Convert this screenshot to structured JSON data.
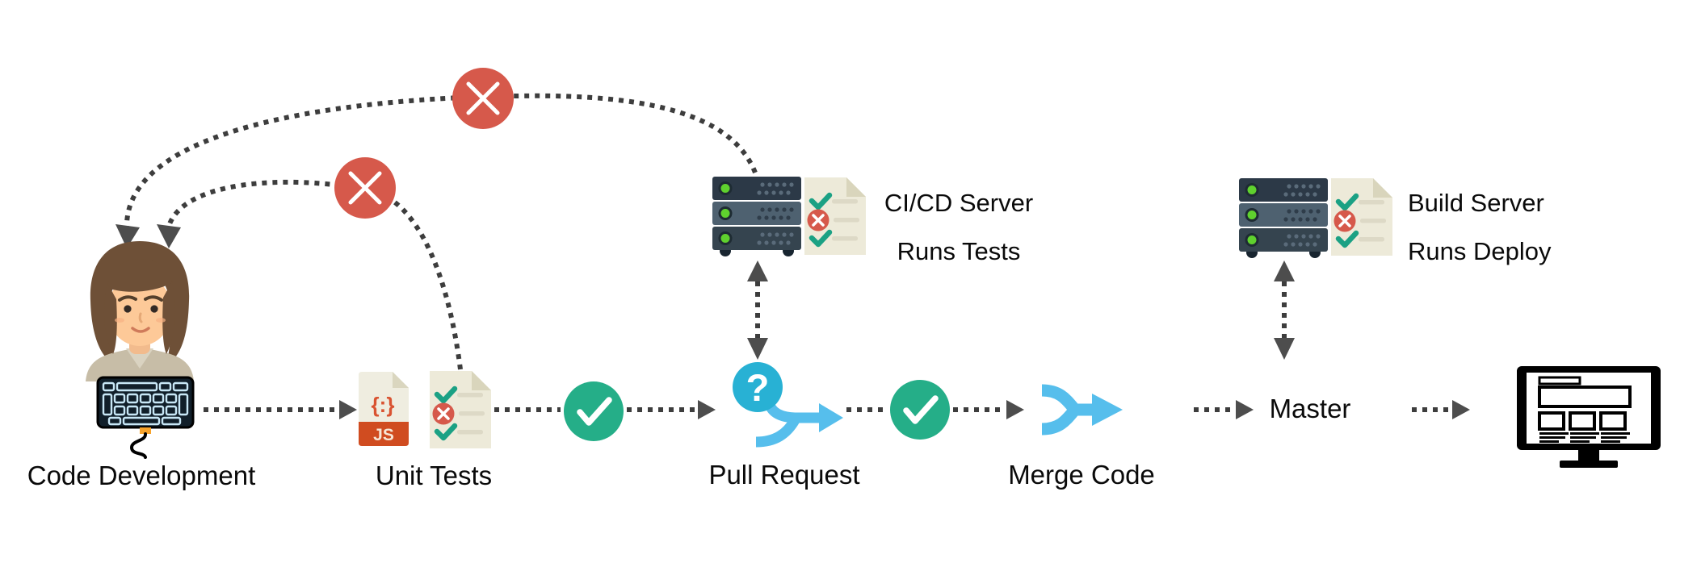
{
  "labels": {
    "code_development": "Code Development",
    "unit_tests": "Unit Tests",
    "pull_request": "Pull Request",
    "merge_code": "Merge Code",
    "master": "Master",
    "cicd_server_line1": "CI/CD Server",
    "cicd_server_line2": "Runs Tests",
    "build_server_line1": "Build Server",
    "build_server_line2": "Runs Deploy"
  },
  "icon_text": {
    "js_braces": "{:}",
    "js_ext": "JS",
    "question_mark": "?"
  },
  "icons": [
    "developer-avatar-icon",
    "keyboard-icon",
    "js-file-icon",
    "checklist-document-icon",
    "success-check-icon",
    "fail-x-icon",
    "question-icon",
    "branch-merge-icon",
    "server-rack-icon",
    "monitor-icon"
  ],
  "colors": {
    "background": "#ffffff",
    "text": "#0a0a0a",
    "connector_gray": "#3d3d3d",
    "arrowhead_gray": "#4d4d4d",
    "fail_red": "#d6594b",
    "success_green": "#25ae88",
    "question_cyan": "#28b1d4",
    "branch_blue": "#56beec",
    "server_dark": "#2c3947",
    "server_mid": "#4e6170",
    "led_green": "#5fd12e",
    "doc_cream": "#edead9",
    "doc_fold": "#d9d5bc",
    "js_orange": "#d04c20"
  },
  "edges": [
    {
      "from": "code_development",
      "to": "unit_tests",
      "style": "dotted-arrow"
    },
    {
      "from": "unit_tests",
      "to": "pull_request",
      "via": "success-check",
      "style": "dotted-arrow"
    },
    {
      "from": "unit_tests",
      "to": "code_development",
      "via": "fail-x",
      "style": "dotted-curve"
    },
    {
      "from": "pull_request",
      "to": "cicd_server",
      "style": "dotted-bidirectional"
    },
    {
      "from": "cicd_server",
      "to": "code_development",
      "via": "fail-x",
      "style": "dotted-curve"
    },
    {
      "from": "pull_request",
      "to": "merge_code",
      "via": "success-check",
      "style": "dotted-arrow"
    },
    {
      "from": "merge_code",
      "to": "master",
      "style": "dotted-arrow"
    },
    {
      "from": "master",
      "to": "build_server",
      "style": "dotted-bidirectional"
    },
    {
      "from": "master",
      "to": "deployed_site_monitor",
      "style": "dotted-arrow"
    }
  ]
}
